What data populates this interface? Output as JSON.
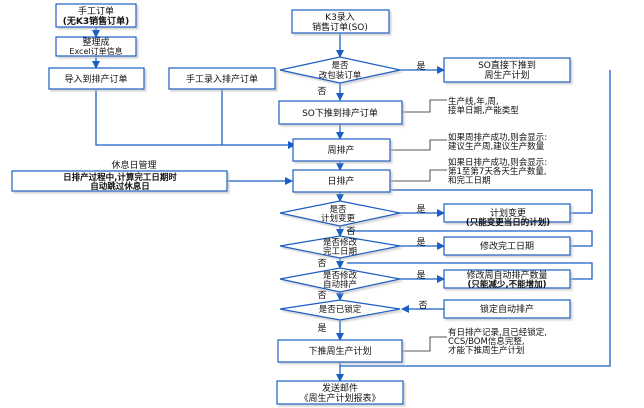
{
  "nodes": {
    "manual_order": [
      "手工订单",
      "(无K3销售订单)"
    ],
    "excel_order": [
      "整理成",
      "Excel订单信息"
    ],
    "import_order": [
      "导入到排产订单"
    ],
    "manual_entry": [
      "手工录入排产订单"
    ],
    "k3_entry": [
      "K3录入",
      "销售订单(SO)"
    ],
    "so_push": [
      "SO下推到排产订单"
    ],
    "so_direct": [
      "SO直接下推到",
      "周生产计划"
    ],
    "weekly_sched": [
      "周排产"
    ],
    "daily_sched": [
      "日排产"
    ],
    "rest_mgmt": [
      "休息日管理",
      "日排产过程中,计算完工日期时",
      "自动跳过休息日"
    ],
    "plan_change_done": [
      "计划变更",
      "(只能变更当日的计划)"
    ],
    "modify_finish_done": [
      "修改完工日期"
    ],
    "modify_auto_done": [
      "修改周自动排产数量",
      "(只能减少,不能增加)"
    ],
    "lock_done": [
      "锁定自动排产"
    ],
    "push_weekly": [
      "下推周生产计划"
    ],
    "send_email": [
      "发送邮件",
      "《周生产计划报表》"
    ]
  },
  "decisions": {
    "packaging": [
      "是否",
      "改包装订单"
    ],
    "plan_change": [
      "是否",
      "计划变更"
    ],
    "modify_finish": [
      "是否修改",
      "完工日期"
    ],
    "modify_auto": [
      "是否修改",
      "自动排产"
    ],
    "locked": [
      "是否已锁定"
    ]
  },
  "notes": {
    "so_fields": [
      "生产线,年,周,",
      "接单日期,产能类型"
    ],
    "weekly_note": [
      "如果周排产成功,则会显示:",
      "建议生产周,建议生产数量"
    ],
    "daily_note": [
      "如果日排产成功,则会显示:",
      "第1至第7天各天生产数量,",
      "和完工日期"
    ],
    "push_note": [
      "有日排产记录,且已经锁定,",
      "CCS/BOM信息完整,",
      "才能下推周生产计划"
    ]
  },
  "edge_labels": {
    "yes": "是",
    "no": "否"
  }
}
